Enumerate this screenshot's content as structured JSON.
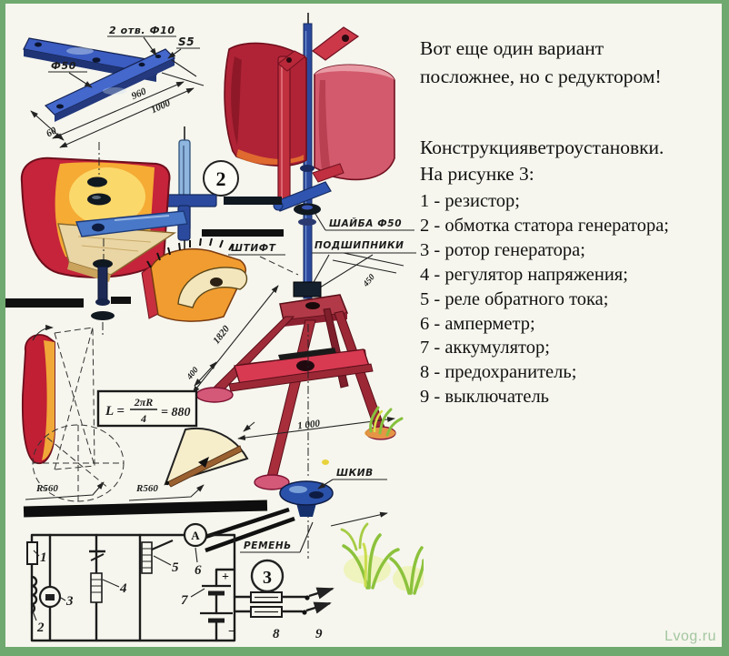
{
  "page": {
    "watermark": "Lvog.ru",
    "colors": {
      "border_green": "#6fa96f",
      "paper": "#f6f6ee",
      "blade_red": "#c5243a",
      "frame_blue": "#2f55b0",
      "stand_maroon": "#a02c3a",
      "accent_orange": "#f09c30"
    }
  },
  "text_panel": {
    "intro": [
      "Вот еще один вариант",
      "посложнее, но с редуктором!"
    ],
    "heading": "Конструкцияветроустановки.",
    "subheading": "На рисунке 3:",
    "legend": [
      "1 - резистор;",
      "2 - обмотка статора генератора;",
      "3 - ротор генератора;",
      "4 - регулятор напряжения;",
      "5 - реле обратного тока;",
      "6 - амперметр;",
      "7 - аккумулятор;",
      "8 - предохранитель;",
      "9 - выключатель"
    ]
  },
  "drawing": {
    "crossarm": {
      "holes_dim": "2 отв. Ф10",
      "thickness_dim": "S5",
      "diameter_dim": "Ф50",
      "dim_960": "960",
      "dim_1000": "1000",
      "dim_60": "60"
    },
    "labels": {
      "washer": "ШАЙБА Ф50",
      "pin": "ШТИФТ",
      "bearings": "ПОДШИПНИКИ",
      "pulley": "ШКИВ",
      "belt": "РЕМЕНЬ"
    },
    "dims": {
      "height_1820": "1820",
      "dim_400": "400",
      "dim_450": "450",
      "base_1000": "1 000",
      "radius_blade": "R560",
      "radius_sector": "R560"
    },
    "formula": {
      "lhs": "L =",
      "num": "2πR",
      "den": "4",
      "res": "= 880"
    },
    "detail_badge": "2",
    "figure_badge": "3",
    "circuit": {
      "ammeter": "A",
      "plus": "+",
      "minus": "−",
      "n1": "1",
      "n2": "2",
      "n3": "3",
      "n4": "4",
      "n5": "5",
      "n6": "6",
      "n7": "7",
      "n8": "8",
      "n9": "9"
    }
  }
}
